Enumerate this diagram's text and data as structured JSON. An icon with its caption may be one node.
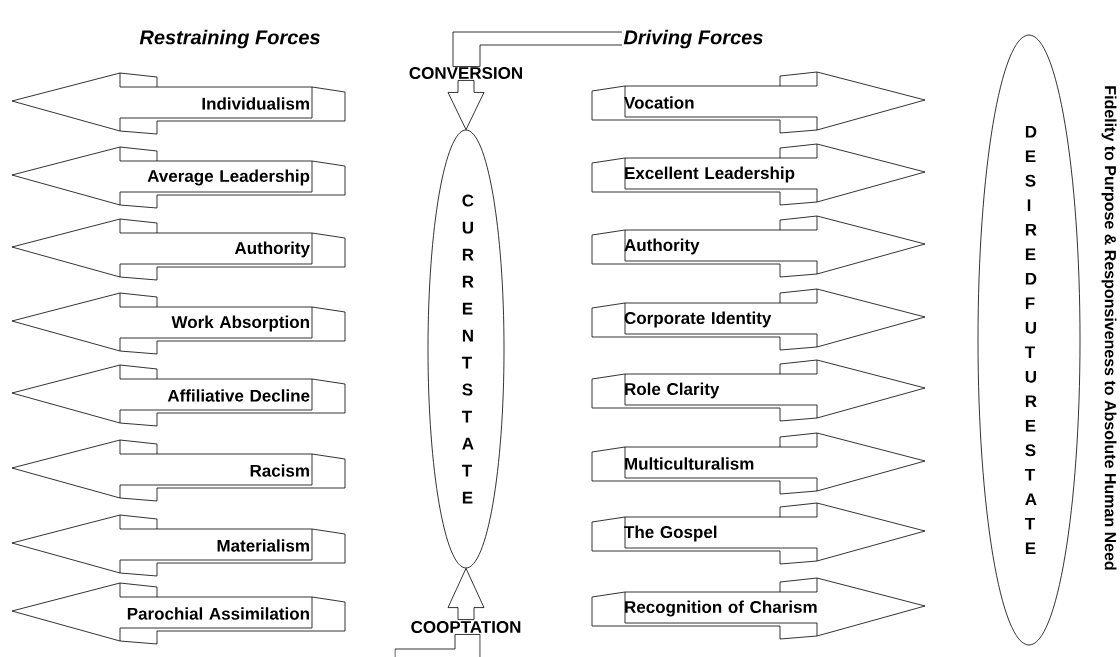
{
  "diagram": {
    "nodes": [
      {
        "text": [
          "Individualism"
        ]
      },
      {
        "text": [
          "Average Leadership"
        ]
      },
      {
        "text": [
          "Authority"
        ]
      },
      {
        "text": [
          "Work Absorption"
        ]
      },
      {
        "text": [
          "Affiliative Decline"
        ]
      },
      {
        "text": [
          "Racism"
        ]
      },
      {
        "text": [
          "Materialism"
        ]
      },
      {
        "text": [
          "Parochial Assimilation"
        ]
      },
      {
        "text": [
          "CONVERSION"
        ]
      },
      {
        "text": [
          "CURRENT STATE"
        ]
      },
      {
        "text": [
          "COOPTATION"
        ]
      },
      {
        "text": [
          "Driving Forces"
        ]
      },
      {
        "text": [
          "Vocation"
        ]
      },
      {
        "text": [
          "Excellent Leadership"
        ]
      },
      {
        "text": [
          "Authority"
        ]
      },
      {
        "text": [
          "Corporate Identity"
        ]
      },
      {
        "text": [
          "Role Clarity"
        ]
      },
      {
        "text": [
          "Multiculturalism"
        ]
      },
      {
        "text": [
          "The Gospel"
        ]
      },
      {
        "text": [
          "Recognition of Charism"
        ]
      },
      {
        "text": [
          "DESIRED FUTURE STATE"
        ]
      }
    ],
    "edges": [
      {
        "from": 8,
        "to": 9,
        "arrow": "to"
      },
      {
        "from": 10,
        "to": 9,
        "arrow": "to"
      },
      {
        "from": 11,
        "to": 8,
        "arrow": "none"
      },
      {
        "from": null,
        "to": 10,
        "arrow": "none"
      }
    ],
    "labels": [
      "Restraining Forces",
      "Fidelity to Purpose & Responsiveness to Absolute Human Need"
    ]
  }
}
